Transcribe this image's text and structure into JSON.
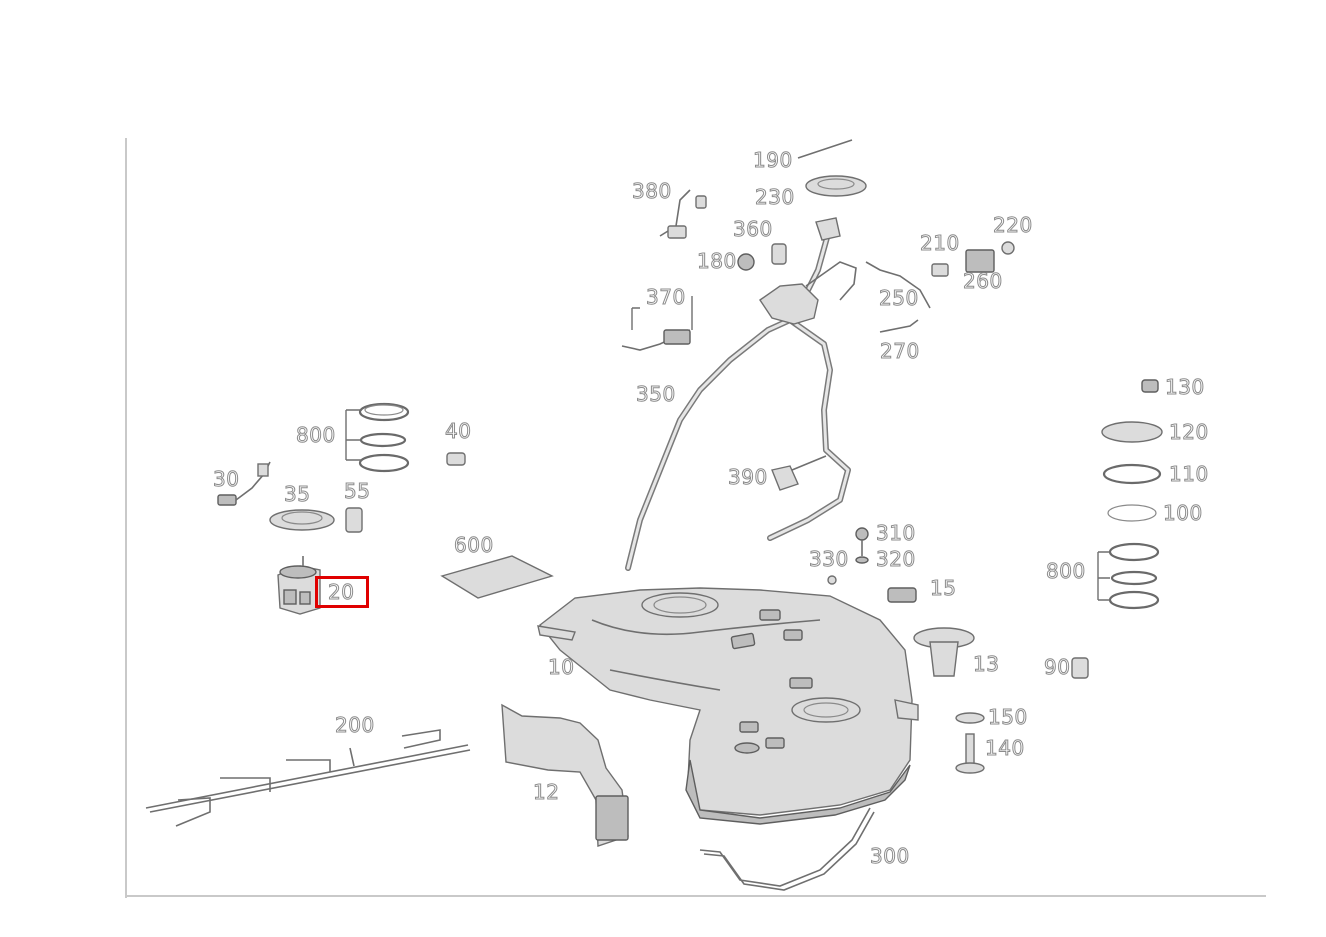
{
  "diagram": {
    "highlighted_callout": "20",
    "callouts": [
      {
        "id": "c190",
        "text": "190"
      },
      {
        "id": "c380",
        "text": "380"
      },
      {
        "id": "c230",
        "text": "230"
      },
      {
        "id": "c360",
        "text": "360"
      },
      {
        "id": "c180",
        "text": "180"
      },
      {
        "id": "c210",
        "text": "210"
      },
      {
        "id": "c220",
        "text": "220"
      },
      {
        "id": "c260",
        "text": "260"
      },
      {
        "id": "c250",
        "text": "250"
      },
      {
        "id": "c370",
        "text": "370"
      },
      {
        "id": "c270",
        "text": "270"
      },
      {
        "id": "c350",
        "text": "350"
      },
      {
        "id": "c130",
        "text": "130"
      },
      {
        "id": "c120",
        "text": "120"
      },
      {
        "id": "c110",
        "text": "110"
      },
      {
        "id": "c100",
        "text": "100"
      },
      {
        "id": "c800l",
        "text": "800"
      },
      {
        "id": "c40",
        "text": "40"
      },
      {
        "id": "c30",
        "text": "30"
      },
      {
        "id": "c35",
        "text": "35"
      },
      {
        "id": "c55",
        "text": "55"
      },
      {
        "id": "c390",
        "text": "390"
      },
      {
        "id": "c310",
        "text": "310"
      },
      {
        "id": "c330",
        "text": "330"
      },
      {
        "id": "c320",
        "text": "320"
      },
      {
        "id": "c600",
        "text": "600"
      },
      {
        "id": "c800r",
        "text": "800"
      },
      {
        "id": "c20",
        "text": "20"
      },
      {
        "id": "c15",
        "text": "15"
      },
      {
        "id": "c10",
        "text": "10"
      },
      {
        "id": "c13",
        "text": "13"
      },
      {
        "id": "c90",
        "text": "90"
      },
      {
        "id": "c150",
        "text": "150"
      },
      {
        "id": "c200",
        "text": "200"
      },
      {
        "id": "c140",
        "text": "140"
      },
      {
        "id": "c12",
        "text": "12"
      },
      {
        "id": "c300",
        "text": "300"
      }
    ]
  },
  "colors": {
    "highlight": "#e00000",
    "part_fill": "#dcdcdc",
    "line": "#6f6f6f",
    "frame": "#c9c9c9"
  }
}
